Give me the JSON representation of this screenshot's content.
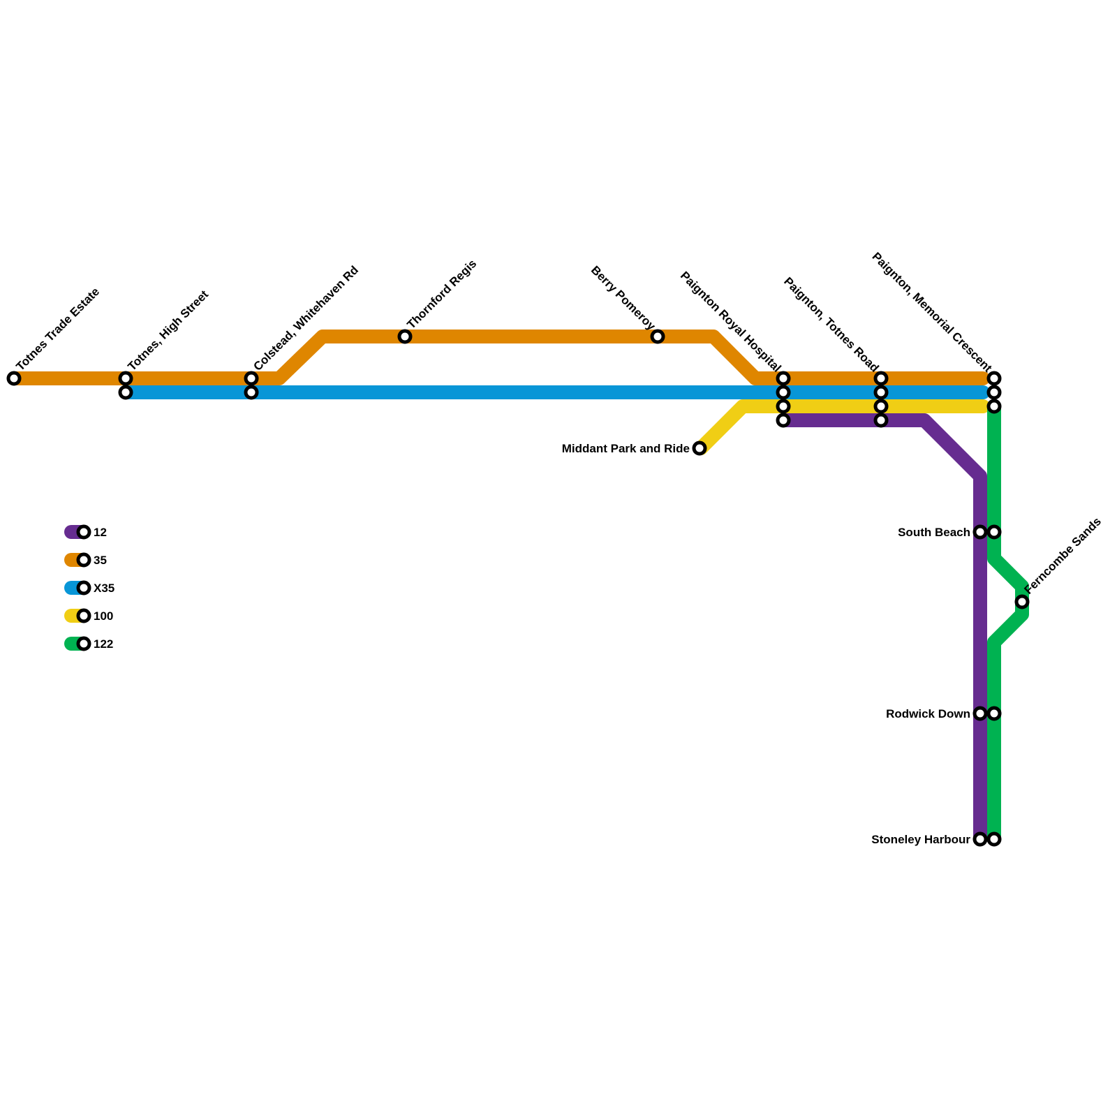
{
  "routes": [
    {
      "id": "12",
      "name": "12",
      "color": "#662c90"
    },
    {
      "id": "35",
      "name": "35",
      "color": "#df8600"
    },
    {
      "id": "X35",
      "name": "X35",
      "color": "#0896d7"
    },
    {
      "id": "100",
      "name": "100",
      "color": "#f0ce15"
    },
    {
      "id": "122",
      "name": "122",
      "color": "#00b251"
    }
  ],
  "stations": {
    "totnes_trade_estate": "Totnes Trade Estate",
    "totnes_high_street": "Totnes, High Street",
    "colstead": "Colstead, Whitehaven Rd",
    "thornford_regis": "Thornford Regis",
    "berry_pomeroy": "Berry Pomeroy",
    "paignton_royal_hospital": "Paignton Royal Hospital",
    "paignton_totnes_road": "Paignton, Totnes Road",
    "paignton_memorial_crescent": "Paignton, Memorial Crescent",
    "middant_park_and_ride": "Middant Park and Ride",
    "south_beach": "South Beach",
    "ferncombe_sands": "Ferncombe Sands",
    "rodwick_down": "Rodwick Down",
    "stoneley_harbour": "Stoneley Harbour"
  },
  "route_stops": {
    "35": [
      "Totnes Trade Estate",
      "Totnes, High Street",
      "Colstead, Whitehaven Rd",
      "Thornford Regis",
      "Berry Pomeroy",
      "Paignton Royal Hospital",
      "Paignton, Totnes Road",
      "Paignton, Memorial Crescent"
    ],
    "X35": [
      "Totnes, High Street",
      "Colstead, Whitehaven Rd",
      "Paignton Royal Hospital",
      "Paignton, Totnes Road",
      "Paignton, Memorial Crescent"
    ],
    "100": [
      "Middant Park and Ride",
      "Paignton Royal Hospital",
      "Paignton, Totnes Road",
      "Paignton, Memorial Crescent"
    ],
    "12": [
      "Paignton Royal Hospital",
      "Paignton, Totnes Road",
      "South Beach",
      "Rodwick Down",
      "Stoneley Harbour"
    ],
    "122": [
      "Paignton, Memorial Crescent",
      "South Beach",
      "Ferncombe Sands",
      "Rodwick Down",
      "Stoneley Harbour"
    ]
  },
  "legend": [
    {
      "label": "12",
      "color": "#662c90"
    },
    {
      "label": "35",
      "color": "#df8600"
    },
    {
      "label": "X35",
      "color": "#0896d7"
    },
    {
      "label": "100",
      "color": "#f0ce15"
    },
    {
      "label": "122",
      "color": "#00b251"
    }
  ]
}
